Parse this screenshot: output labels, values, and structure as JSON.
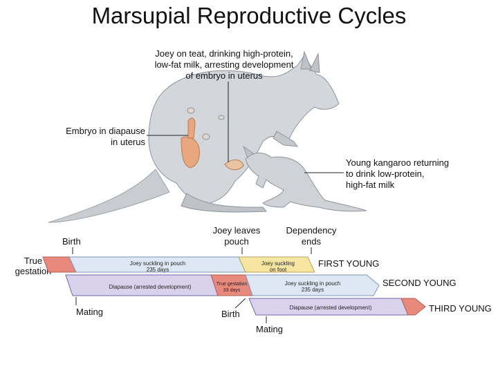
{
  "title": "Marsupial Reproductive Cycles",
  "callouts": {
    "joey_on_teat": [
      "Joey on teat, drinking high-protein,",
      "low-fat milk, arresting development",
      "of embryo in uterus"
    ],
    "embryo_diapause": [
      "Embryo in diapause",
      "in uterus"
    ],
    "young_returning": [
      "Young kangaroo returning",
      "to drink low-protein,",
      "high-fat milk"
    ]
  },
  "timeline": {
    "top_labels": {
      "birth": "Birth",
      "joey_leaves": [
        "Joey leaves",
        "pouch"
      ],
      "dependency_ends": [
        "Dependency",
        "ends"
      ]
    },
    "true_gestation": [
      "True",
      "gestation"
    ],
    "bar_labels": {
      "joey_suckling_pouch_1": [
        "Joey suckling in pouch",
        "235 days"
      ],
      "joey_suckling_foot_1": [
        "Joey suckling",
        "on foot"
      ],
      "diapause_1": "Diapause (arrested development)",
      "true_gestation_33": [
        "True gestation",
        "33 days"
      ],
      "joey_suckling_pouch_2": [
        "Joey suckling in pouch",
        "235 days"
      ],
      "diapause_2": "Diapause (arrested development)"
    },
    "row_labels": {
      "first": "FIRST YOUNG",
      "second": "SECOND YOUNG",
      "third": "THIRD YOUNG"
    },
    "bottom_labels": {
      "mating_1": "Mating",
      "birth_2": "Birth",
      "mating_2": "Mating"
    }
  },
  "colors": {
    "gestation": "#e8897e",
    "pouch": "#dde8f4",
    "foot": "#f7e6a2",
    "diapause": "#d9d2ec",
    "kangaroo": "#c9ccd0",
    "embryo": "#e8a77e"
  }
}
